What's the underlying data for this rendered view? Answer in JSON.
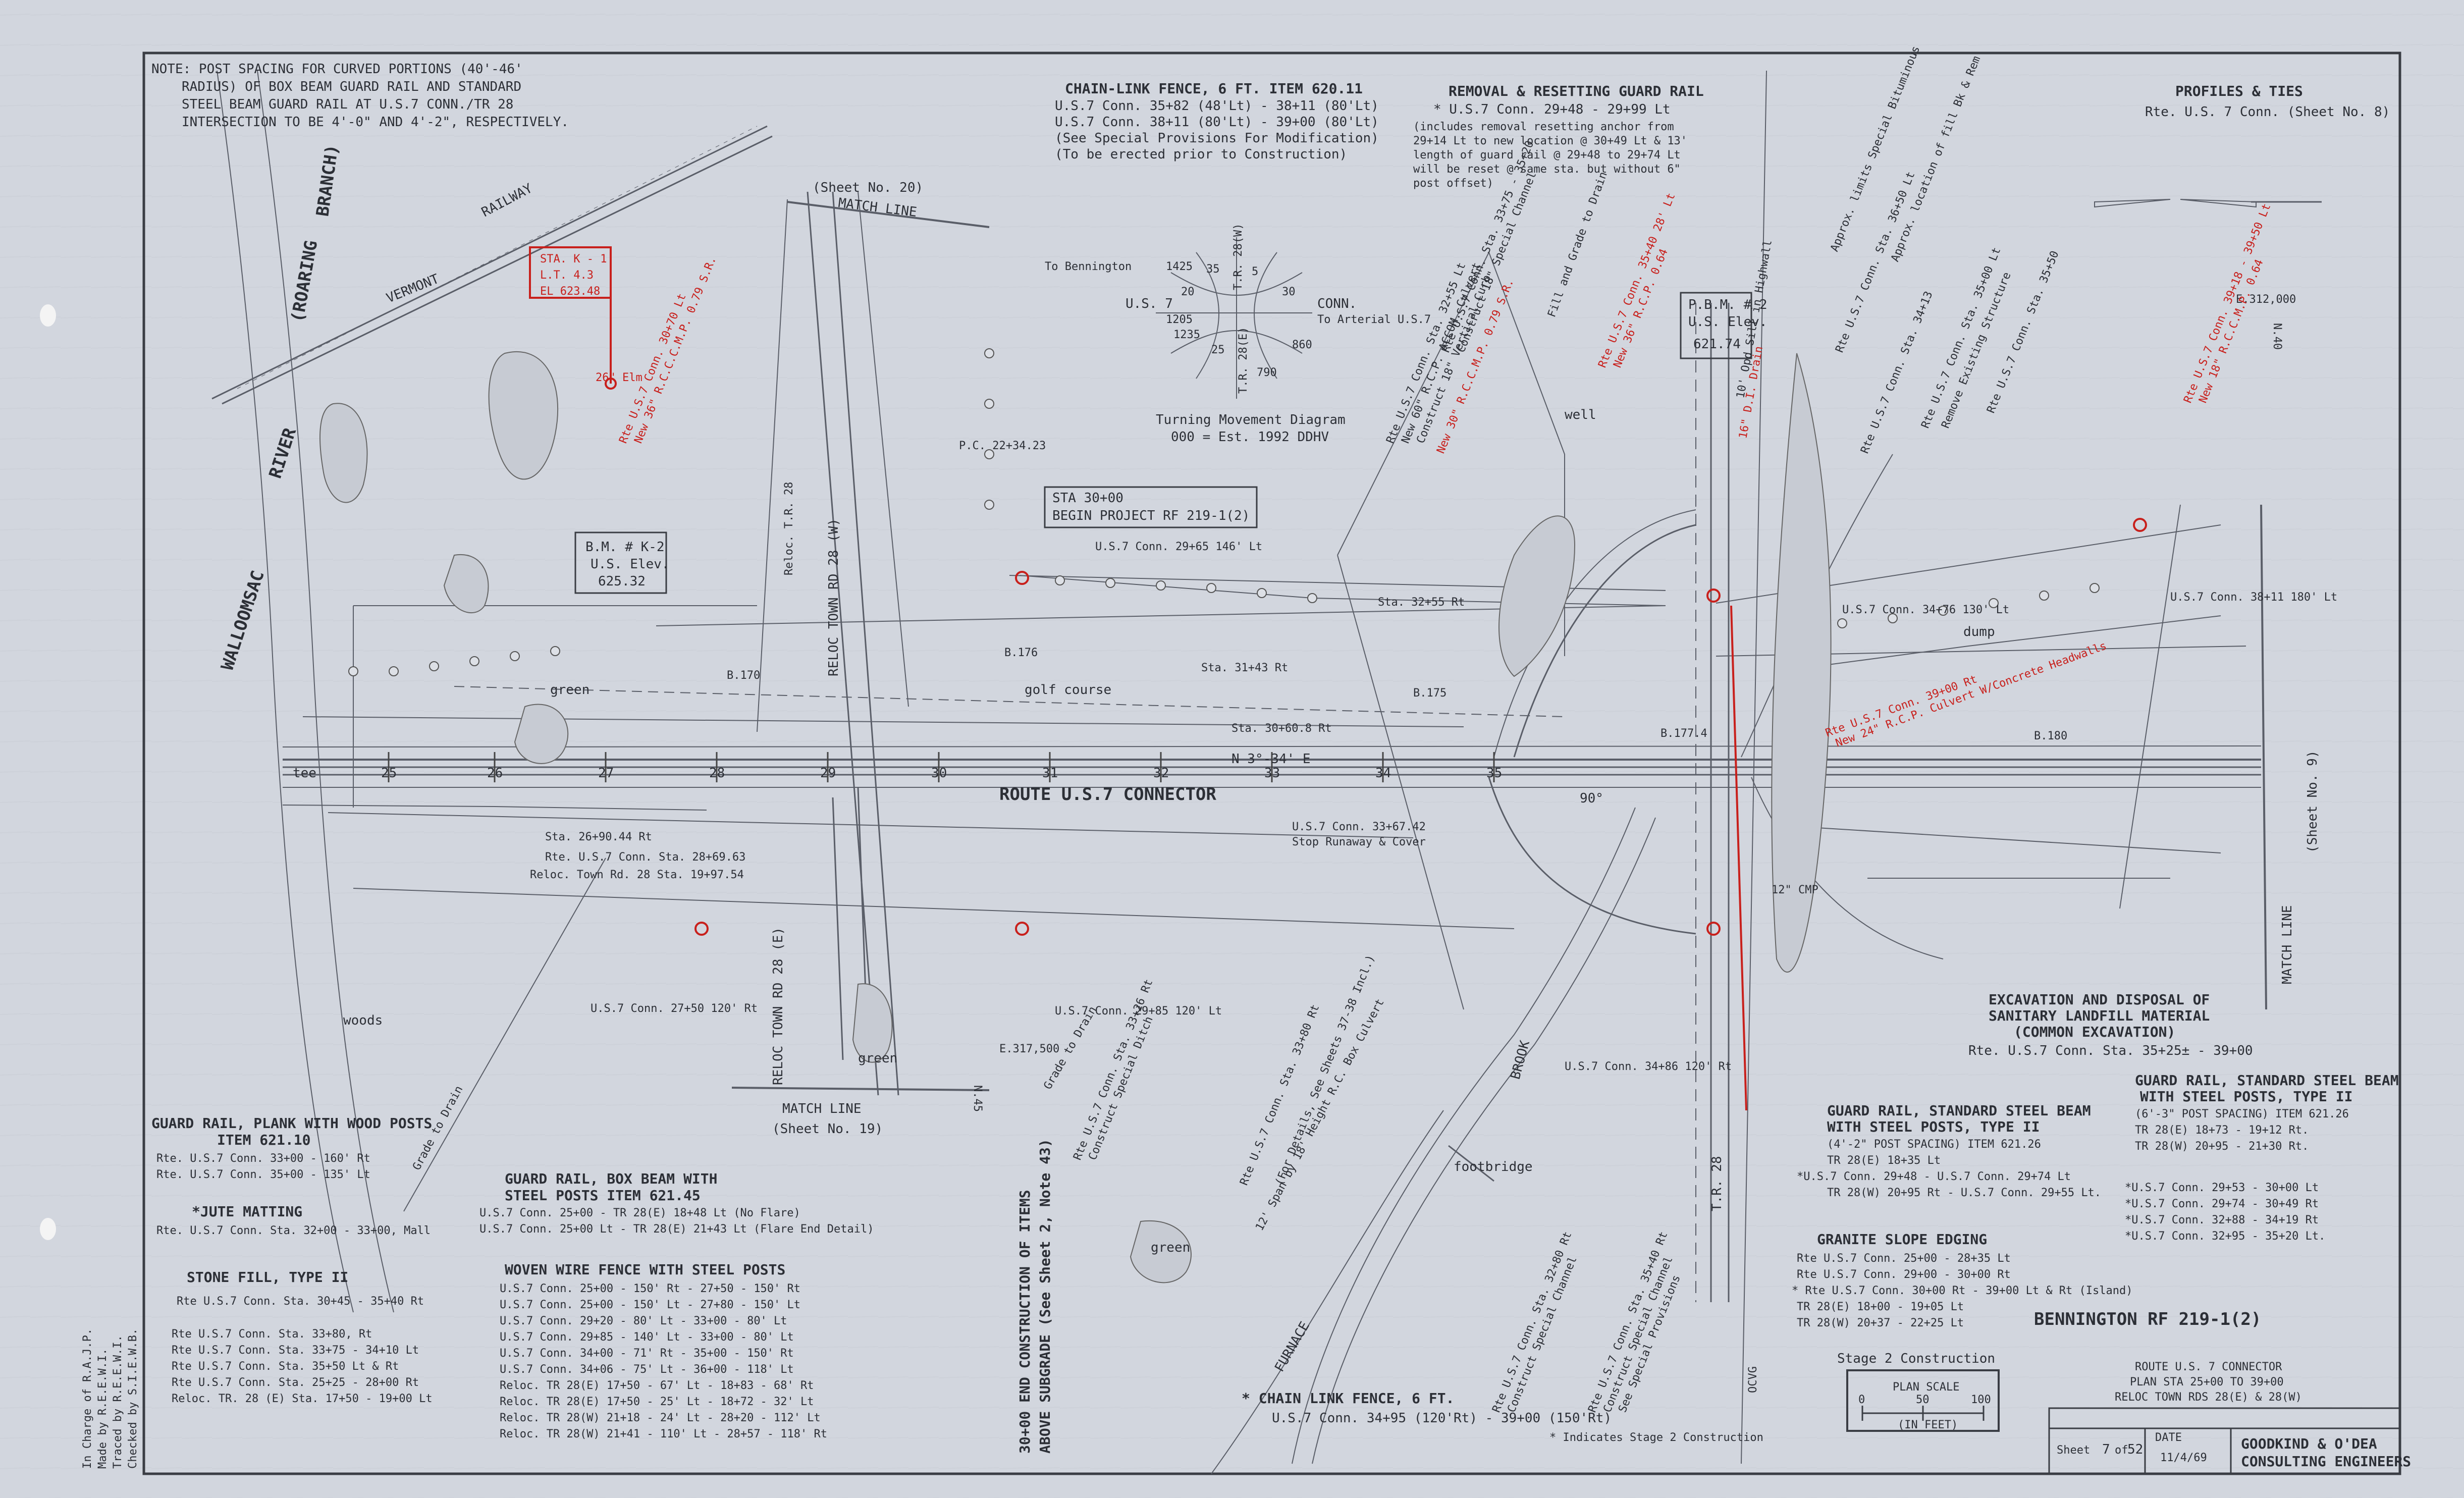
{
  "sheet": {
    "project": "BENNINGTON RF 219-1(2)",
    "route_title": "ROUTE U.S. 7 CONNECTOR",
    "plan_station": "PLAN STA 25+00 TO 39+00",
    "reloc_roads": "RELOC TOWN RDS 28(E) & 28(W)",
    "sheet_label": "Sheet",
    "sheet_no": "7",
    "sheet_of": "of",
    "sheet_total": "52",
    "date_label": "DATE",
    "date_value": "11/4/69",
    "firm_1": "GOODKIND & O'DEA",
    "firm_2": "CONSULTING ENGINEERS",
    "stage_label": "Stage 2 Construction",
    "scale_title": "PLAN SCALE",
    "scale_ticks": [
      "0",
      "50",
      "100"
    ],
    "scale_units": "(IN FEET)",
    "stage_asterisk_note": "* Indicates Stage 2 Construction",
    "credits": [
      "In Charge of  R.A.J.P.",
      "Made by  R.E.E.W.I.",
      "Traced by  R.E.E.W.I.",
      "Checked by  S.I.E.W.B."
    ]
  },
  "notes": {
    "post_spacing": [
      "NOTE: POST SPACING FOR CURVED PORTIONS (40'-46'",
      "RADIUS) OF BOX BEAM GUARD RAIL AND STANDARD",
      "STEEL BEAM GUARD RAIL AT U.S.7 CONN./TR 28",
      "INTERSECTION TO BE 4'-0\" AND 4'-2\", RESPECTIVELY."
    ],
    "chain_link_top": [
      "CHAIN-LINK FENCE, 6 FT.  ITEM 620.11",
      "U.S.7 Conn. 35+82 (48'Lt) - 38+11 (80'Lt)",
      "U.S.7 Conn. 38+11 (80'Lt) - 39+00 (80'Lt)",
      "(See Special Provisions For Modification)",
      "(To be erected prior to Construction)"
    ],
    "removal_guard_rail": [
      "REMOVAL & RESETTING GUARD RAIL",
      "* U.S.7 Conn. 29+48 - 29+99 Lt",
      "(includes removal resetting anchor from",
      "29+14 Lt to new location @ 30+49 Lt & 13'",
      "length of guard rail @ 29+48 to 29+74 Lt",
      "will be reset @ same sta. but without 6\"",
      "post offset)"
    ],
    "profiles_ties": [
      "PROFILES & TIES",
      "Rte. U.S. 7 Conn. (Sheet No. 8)"
    ],
    "turning_movement": [
      "Turning Movement Diagram",
      "000 = Est. 1992 DDHV"
    ],
    "begin_project": [
      "STA 30+00",
      "BEGIN PROJECT RF 219-1(2)"
    ],
    "bm_k2": [
      "B.M. # K-2",
      "U.S. Elev.",
      "625.32"
    ],
    "pbm": [
      "P.B.M. # 2",
      "U.S. Elev.",
      "621.74"
    ],
    "route_label": "ROUTE U.S.7 CONNECTOR",
    "bearing": "N 3°-34' E",
    "excavation": [
      "EXCAVATION AND DISPOSAL OF",
      "SANITARY LANDFILL MATERIAL",
      "(COMMON EXCAVATION)",
      "Rte. U.S.7 Conn. Sta. 35+25± - 39+00"
    ],
    "gr_steel_beam_right": [
      "GUARD RAIL, STANDARD STEEL BEAM",
      "WITH STEEL POSTS, TYPE II",
      "(6'-3\" POST SPACING) ITEM 621.26",
      "TR 28(E) 18+73 - 19+12 Rt.",
      "TR 28(W) 20+95 - 21+30 Rt.",
      "*U.S.7 Conn. 29+53 - 30+00 Lt",
      "*U.S.7 Conn. 29+74 - 30+49 Rt",
      "*U.S.7 Conn. 32+88 - 34+19 Rt",
      "*U.S.7 Conn. 32+95 - 35+20 Lt."
    ],
    "gr_steel_beam_mid": [
      "GUARD RAIL, STANDARD STEEL BEAM",
      "WITH STEEL POSTS, TYPE II",
      "(4'-2\" POST SPACING) ITEM 621.26",
      "TR 28(E) 18+35 Lt",
      "*U.S.7 Conn. 29+48 - U.S.7 Conn. 29+74 Lt",
      "TR 28(W) 20+95 Rt - U.S.7 Conn. 29+55 Lt."
    ],
    "granite_edging": [
      "GRANITE SLOPE EDGING",
      "Rte U.S.7 Conn.  25+00 - 28+35 Lt",
      "Rte U.S.7 Conn.  29+00 - 30+00 Rt",
      "* Rte U.S.7 Conn.  30+00 Rt - 39+00 Lt & Rt (Island)",
      "TR 28(E)  18+00 - 19+05 Lt",
      "TR 28(W)  20+37 - 22+25 Lt"
    ],
    "gr_plank": [
      "GUARD RAIL, PLANK WITH WOOD POSTS",
      "ITEM 621.10",
      "Rte. U.S.7 Conn. 33+00 - 160' Rt",
      "Rte. U.S.7 Conn. 35+00 - 135' Lt"
    ],
    "jute": [
      "*JUTE MATTING",
      "Rte. U.S.7 Conn. Sta. 32+00 - 33+00, Mall"
    ],
    "stone_fill": [
      "STONE FILL, TYPE II",
      "Rte U.S.7 Conn. Sta. 30+45 - 35+40 Rt",
      "Rte U.S.7 Conn. Sta. 33+80, Rt",
      "Rte U.S.7 Conn. Sta. 33+75 - 34+10 Lt",
      "Rte U.S.7 Conn. Sta. 35+50 Lt & Rt",
      "Rte U.S.7 Conn. Sta. 25+25 - 28+00 Rt",
      "Reloc. TR. 28 (E) Sta. 17+50 - 19+00 Lt"
    ],
    "gr_box_beam": [
      "GUARD RAIL, BOX BEAM WITH",
      "STEEL POSTS  ITEM 621.45",
      "U.S.7 Conn. 25+00 - TR 28(E) 18+48 Lt (No Flare)",
      "U.S.7 Conn. 25+00 Lt - TR 28(E) 21+43 Lt (Flare End Detail)"
    ],
    "woven_wire": [
      "WOVEN WIRE FENCE WITH STEEL POSTS",
      "U.S.7 Conn. 25+00 - 150' Rt - 27+50 - 150' Rt",
      "U.S.7 Conn. 25+00 - 150' Lt - 27+80 - 150' Lt",
      "U.S.7 Conn. 29+20 - 80' Lt - 33+00 - 80' Lt",
      "U.S.7 Conn. 29+85 - 140' Lt - 33+00 - 80' Lt",
      "U.S.7 Conn. 34+00 - 71' Rt - 35+00 - 150' Rt",
      "U.S.7 Conn. 34+06 - 75' Lt - 36+00 - 118' Lt",
      "Reloc. TR 28(E) 17+50 - 67' Lt - 18+83 - 68' Rt",
      "Reloc. TR 28(E) 17+50 - 25' Lt - 18+72 - 32' Lt",
      "Reloc. TR 28(W) 21+18 - 24' Lt - 28+20 - 112' Lt",
      "Reloc. TR 28(W) 21+41 - 110' Lt - 28+57 - 118' Rt"
    ],
    "chain_link_bottom": [
      "* CHAIN LINK FENCE, 6 FT.",
      "U.S.7 Conn. 34+95 (120'Rt) - 39+00 (150'Rt)"
    ],
    "end_construction": [
      "30+00 END CONSTRUCTION OF ITEMS",
      "ABOVE SUBGRADE (See Sheet 2, Note 43)"
    ]
  },
  "labels": {
    "walloomsac": "WALLOOMSAC",
    "river": "RIVER",
    "roaring": "(ROARING",
    "branch": "BRANCH)",
    "railway": "RAILWAY",
    "vermont": "VERMONT",
    "match_line_top": "MATCH LINE",
    "sheet20": "(Sheet No. 20)",
    "match_line_bottom": "MATCH  LINE",
    "sheet19": "(Sheet No. 19)",
    "match_line_right": "MATCH LINE",
    "sheet9": "(Sheet No. 9)",
    "reloc_town_rd_w": "RELOC TOWN RD 28 (W)",
    "reloc_town_rd_e": "RELOC TOWN RD 28 (E)",
    "tr28": "T.R. 28",
    "green_1": "green",
    "green_2": "green",
    "green_3": "green",
    "golf_course": "golf course",
    "tee": "tee",
    "woods": "woods",
    "well": "well",
    "dump": "dump",
    "brook": "BROOK",
    "furnace": "FURNACE",
    "footbridge": "footbridge",
    "stations": [
      "25",
      "26",
      "27",
      "28",
      "29",
      "30",
      "31",
      "32",
      "33",
      "34",
      "35"
    ],
    "b170": "B.170",
    "b175": "B.175",
    "b180": "B.180",
    "b176": "B.176",
    "b177": "B.177.4",
    "e312000": "E.312,000",
    "e317500": "E.317,500",
    "n40": "N.40",
    "n45": "N.45",
    "pc": "P.C. 22+34.23",
    "sta_2690": "Sta. 26+90.44 Rt",
    "rte_28_69": "Rte. U.S.7 Conn. Sta. 28+69.63",
    "reloc_1997": "Reloc. Town Rd. 28 Sta. 19+97.54",
    "us7_2750": "U.S.7 Conn. 27+50 120' Rt",
    "us7_2975": "U.S.7 Conn. 29+85 120' Lt",
    "us7_2965": "U.S.7 Conn. 29+65 146' Lt",
    "us7_3476": "U.S.7 Conn. 34+76 130' Lt",
    "us7_3811": "U.S.7 Conn. 38+11 180' Lt",
    "us7_3486": "U.S.7 Conn. 34+86 120' Rt",
    "us7_3367": "U.S.7 Conn. 33+67.42",
    "stop": "Stop Runaway & Cover",
    "grade_drain": "Grade to Drain",
    "grade_drain2": "Grade to Drain",
    "fill_grade": "Fill and Grade to Drain",
    "cmp": "12\" CMP",
    "twelve_span": "12' Span by 18' Height R.C. Box Culvert",
    "ocvg": "OCVG",
    "ninety": "90°",
    "tn_labels": [
      "U.S. 7",
      "CONN.",
      "T.R. 28(W)",
      "T.R. 28(E)",
      "To Bennington",
      "To Arterial U.S.7"
    ],
    "tn_values": [
      "1425",
      "20",
      "35",
      "1205",
      "1235",
      "25",
      "860",
      "790",
      "5",
      "30"
    ],
    "red_notes": [
      "26\" Elm",
      "Rte U.S.7 Conn. 30+70 Lt",
      "New 36\" R.C.C.C.M.P. 0.79 S.R.",
      "New 30\" R.C.C.M.P. 0.79 S.R.",
      "Rte U.S.7 Conn. 35+40 28' Lt",
      "New 36\" R.C.P. 0.64",
      "Rte U.S.7 Conn. 39+18 - 39+50 Lt",
      "New 18\" R.C.C.M.P. 0.64",
      "Rte U.S.7 Conn. 39+00 Rt",
      "New 24\" R.C.P. Culvert W/Concrete Headwalls",
      "16\" D.I. Drain",
      "STA. K - 1",
      "L.T. 4.3",
      "EL 623.48"
    ],
    "diag_notes": [
      "Rte U.S.7 Conn. Sta. 32+55 Lt",
      "New 60\" R.C.P. ACCOM. Culvert",
      "Construct 18\" Vertical Curb",
      "Rte U.S.7 Conn. Sta. 33+75 - 35+20",
      "Construct 18\" Special Channel",
      "Rte U.S.7 Conn. Sta. 36+50 Lt",
      "Rte U.S.7 Conn. Sta. 34+13",
      "Rte U.S.7 Conn. Sta. 35+00 Lt",
      "Remove Existing Structure",
      "Rte U.S.7 Conn. Sta. 33+26 Rt",
      "Construct Special Ditch",
      "Rte U.S.7 Conn. Sta. 33+80 Rt",
      "(For Details, See Sheets 37-38 Incl.)",
      "Rte U.S.7 Conn. Sta. 32+80 Rt",
      "Construct Special Channel",
      "Rte U.S.7 Conn. Sta. 35+40 Rt",
      "Construct Special Channel",
      "See Special Provisions",
      "Approx. limits Special Bituminous",
      "Approx. location of fill Bk & Rem",
      "Rte U.S.7 Conn. Sta. 35+50",
      "10' Opd Sill in Highwall",
      "Reloc. T.R. 28",
      "Sta. 32+55 Rt",
      "Sta. 31+43 Rt",
      "Sta. 30+60.8 Rt"
    ]
  }
}
